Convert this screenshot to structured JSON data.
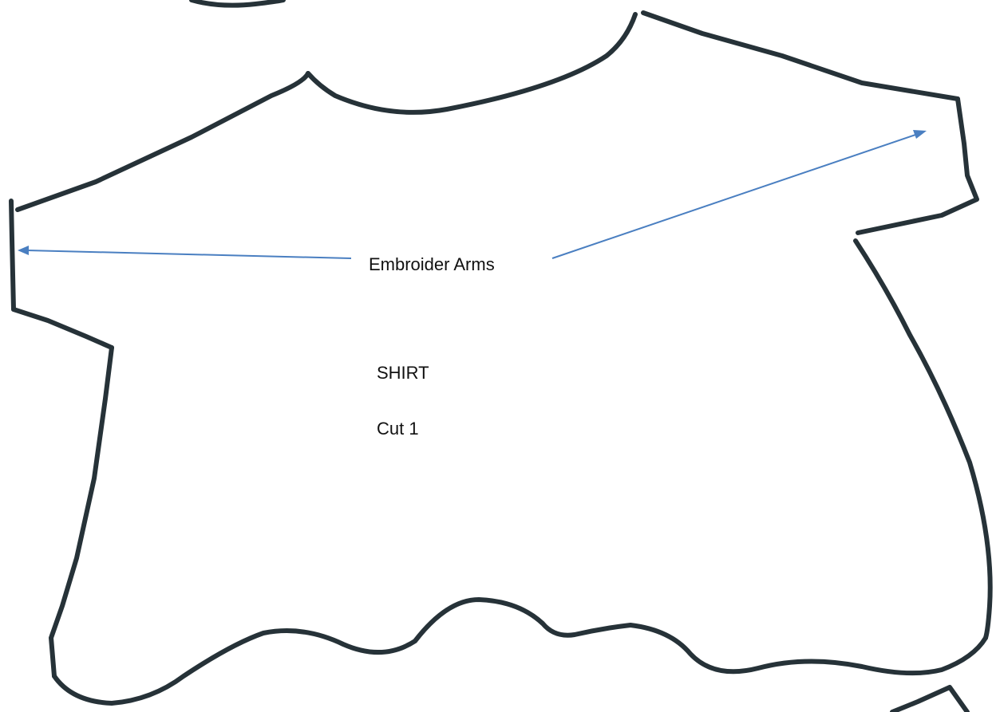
{
  "pattern": {
    "callout": "Embroider Arms",
    "title": "SHIRT",
    "cut": "Cut 1"
  },
  "colors": {
    "outline": "#263238",
    "arrow": "#4a7fc1",
    "background": "#ffffff"
  }
}
